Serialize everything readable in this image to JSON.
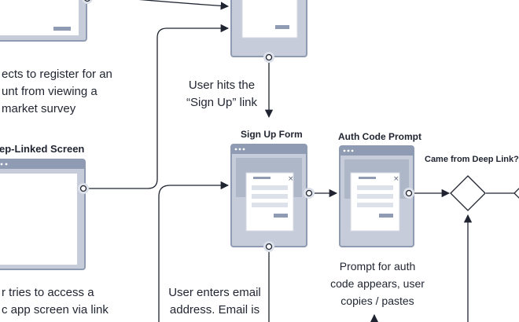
{
  "diagram": {
    "nodes": {
      "sign_up_form": {
        "title": "Sign Up Form"
      },
      "auth_code_prompt": {
        "title": "Auth Code Prompt"
      },
      "deep_linked_screen": {
        "title": "ep-Linked Screen"
      },
      "decision": {
        "title": "Came from Deep Link?"
      }
    },
    "annotations": {
      "register": [
        "ects to register for an",
        "unt from viewing a",
        "market survey"
      ],
      "hits_signup": [
        "User hits the",
        "“Sign Up” link"
      ],
      "prompt_auth": [
        "Prompt for auth",
        "code appears, user",
        "copies / pastes"
      ],
      "enter_email": [
        "User enters email",
        "address. Email is"
      ],
      "access_screen": [
        "r tries to access a",
        "c app screen via link"
      ]
    }
  },
  "colors": {
    "frame": "#8f9bb3",
    "frame_fill": "#c6ccd9",
    "panel": "#ffffff",
    "line": "#1f2430",
    "port_halo": "#dde1ea"
  }
}
